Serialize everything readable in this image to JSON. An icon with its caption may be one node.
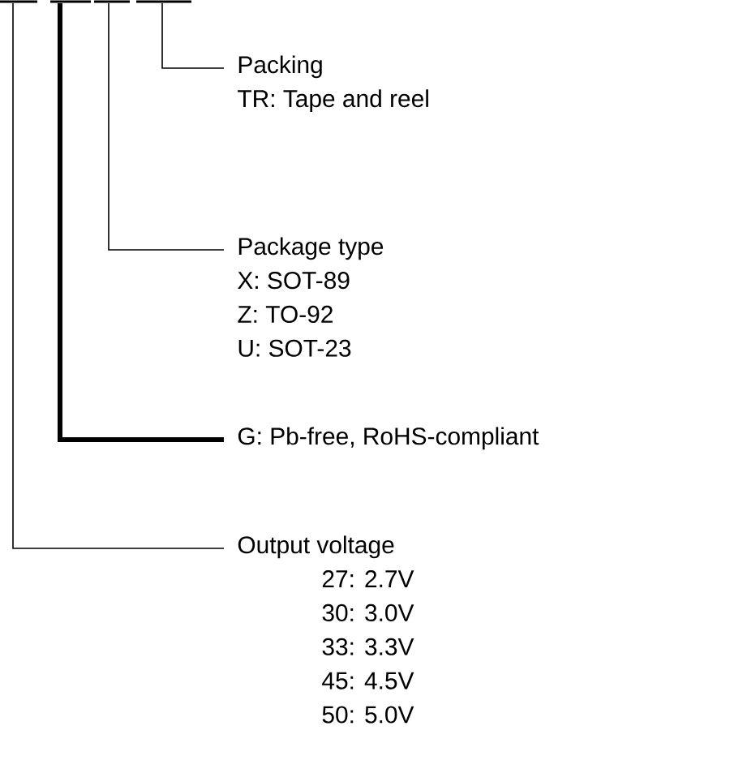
{
  "diagram": {
    "nodes": [
      {
        "text": [],
        "shape": "bar"
      },
      {
        "text": [],
        "shape": "bar"
      },
      {
        "text": [],
        "shape": "bar"
      },
      {
        "text": [],
        "shape": "bar"
      },
      {
        "text": [
          "Packing",
          "TR: Tape and reel"
        ]
      },
      {
        "text": [
          "Package type",
          "X: SOT-89",
          "Z: TO-92",
          "U: SOT-23"
        ]
      },
      {
        "text": [
          "G: Pb-free, RoHS-compliant"
        ]
      },
      {
        "text": [
          "Output voltage",
          "27:   2.7V",
          "30:   3.0V",
          "33:   3.3V",
          "45:   4.5V",
          "50:   5.0V"
        ]
      }
    ],
    "edges": [
      {
        "from": 3,
        "to": 4,
        "arrow": "none"
      },
      {
        "from": 2,
        "to": 5,
        "arrow": "none"
      },
      {
        "from": 1,
        "to": 6,
        "arrow": "none",
        "style": "thick"
      },
      {
        "from": 0,
        "to": 7,
        "arrow": "none"
      }
    ]
  }
}
